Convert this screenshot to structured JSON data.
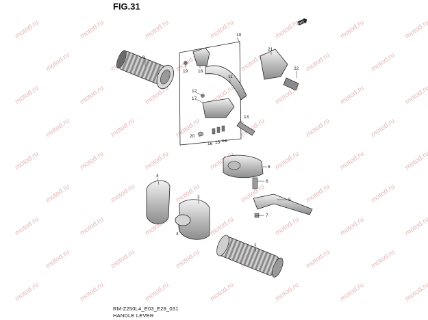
{
  "title": "FIG.31",
  "footer_code": "RM-Z250L4_E03_E28_031",
  "footer_name": "HANDLE LEVER",
  "direction_label": "FWD",
  "watermark": "motod.ru",
  "callouts": [
    "1",
    "2",
    "3",
    "4",
    "5",
    "6",
    "7",
    "8",
    "9",
    "10",
    "11",
    "12",
    "13",
    "14",
    "15",
    "16",
    "17",
    "18",
    "19",
    "20",
    "21",
    "22"
  ]
}
